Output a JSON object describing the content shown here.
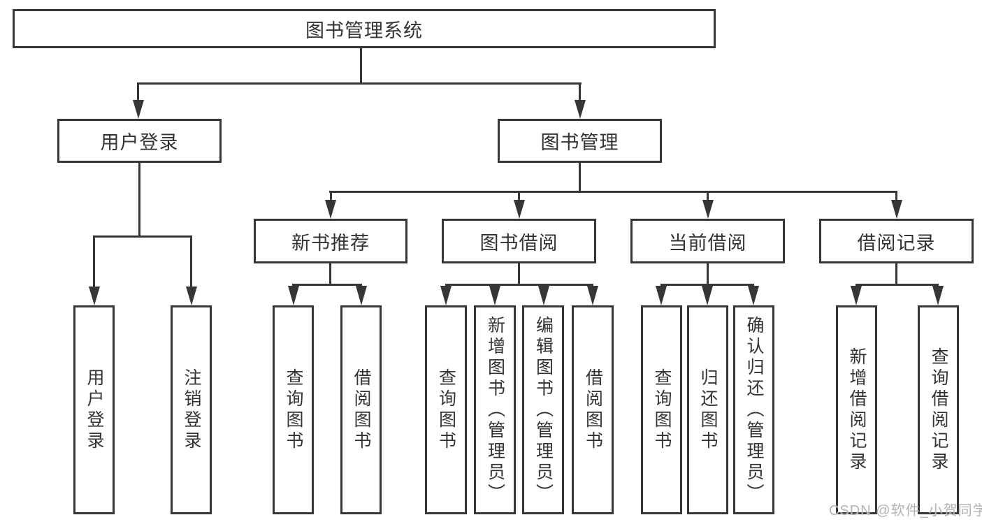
{
  "diagram": {
    "root_label": "图书管理系统",
    "user_branch": {
      "label": "用户登录",
      "children": [
        {
          "label": "用户登录"
        },
        {
          "label": "注销登录"
        }
      ]
    },
    "book_branch": {
      "label": "图书管理",
      "groups": [
        {
          "label": "新书推荐",
          "children": [
            {
              "label": "查询图书"
            },
            {
              "label": "借阅图书"
            }
          ]
        },
        {
          "label": "图书借阅",
          "children": [
            {
              "label": "查询图书"
            },
            {
              "label": "新增图书（管理员）"
            },
            {
              "label": "编辑图书（管理员）"
            },
            {
              "label": "借阅图书"
            }
          ]
        },
        {
          "label": "当前借阅",
          "children": [
            {
              "label": "查询图书"
            },
            {
              "label": "归还图书"
            },
            {
              "label": "确认归还（管理员）"
            }
          ]
        },
        {
          "label": "借阅记录",
          "children": [
            {
              "label": "新增借阅记录"
            },
            {
              "label": "查询借阅记录"
            }
          ]
        }
      ]
    }
  },
  "watermark": {
    "text": "CSDN @软件_小贺同学",
    "color": "#b3b3b3"
  },
  "colors": {
    "line": "#363636",
    "text": "#333333",
    "background": "#ffffff"
  }
}
